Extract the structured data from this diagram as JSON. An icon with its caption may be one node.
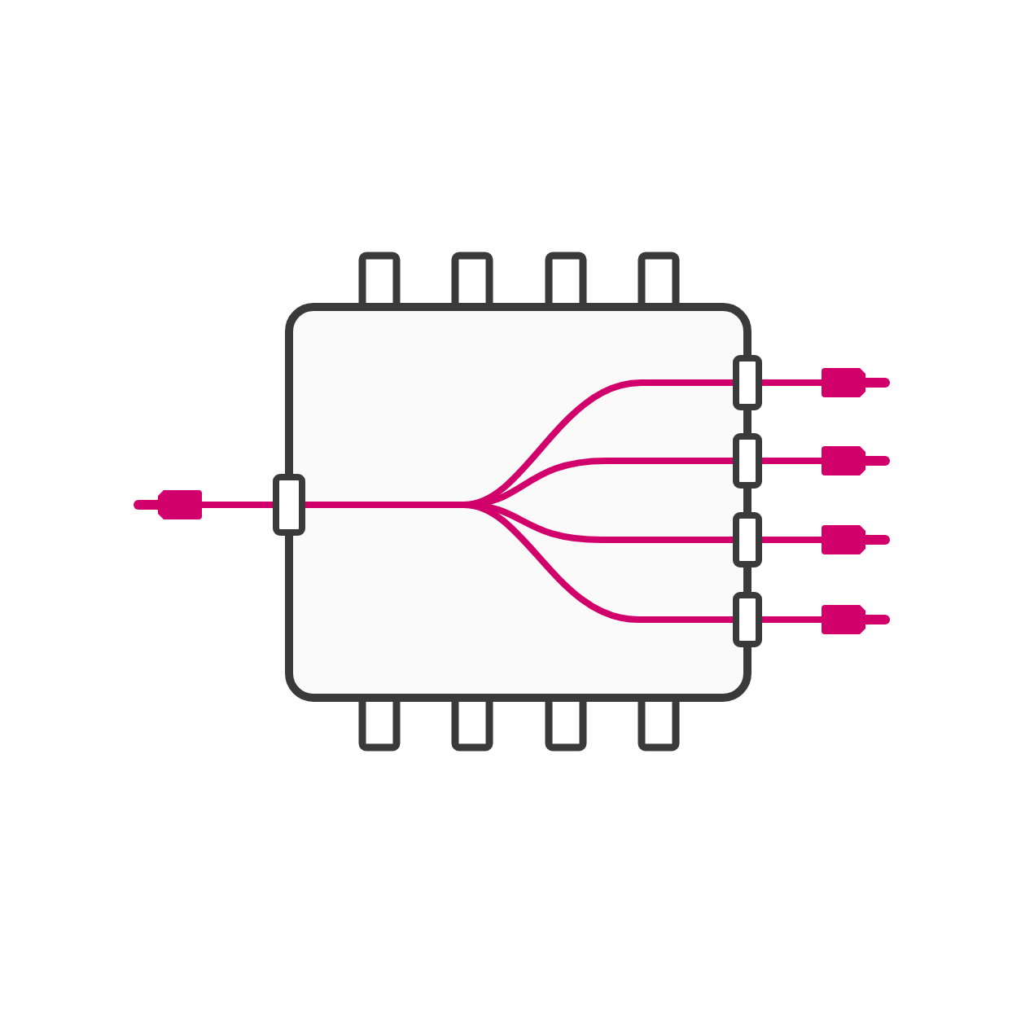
{
  "diagram": {
    "nodes": [
      {
        "text": [],
        "shape": "chip"
      },
      {
        "text": [],
        "shape": "box",
        "in": 0
      },
      {
        "text": [],
        "shape": "box",
        "in": 0
      },
      {
        "text": [],
        "shape": "box",
        "in": 0
      },
      {
        "text": [],
        "shape": "box",
        "in": 0
      },
      {
        "text": [],
        "shape": "box",
        "in": 0
      },
      {
        "text": [],
        "shape": "plug"
      },
      {
        "text": [],
        "shape": "plug"
      },
      {
        "text": [],
        "shape": "plug"
      },
      {
        "text": [],
        "shape": "plug"
      },
      {
        "text": [],
        "shape": "plug"
      }
    ],
    "edges": [
      {
        "from": 6,
        "to": 1,
        "arrow": "none"
      },
      {
        "from": 1,
        "to": 2,
        "arrow": "none"
      },
      {
        "from": 1,
        "to": 3,
        "arrow": "none"
      },
      {
        "from": 1,
        "to": 4,
        "arrow": "none"
      },
      {
        "from": 1,
        "to": 5,
        "arrow": "none"
      },
      {
        "from": 2,
        "to": 7,
        "arrow": "none"
      },
      {
        "from": 3,
        "to": 8,
        "arrow": "none"
      },
      {
        "from": 4,
        "to": 9,
        "arrow": "none"
      },
      {
        "from": 5,
        "to": 10,
        "arrow": "none"
      }
    ]
  }
}
